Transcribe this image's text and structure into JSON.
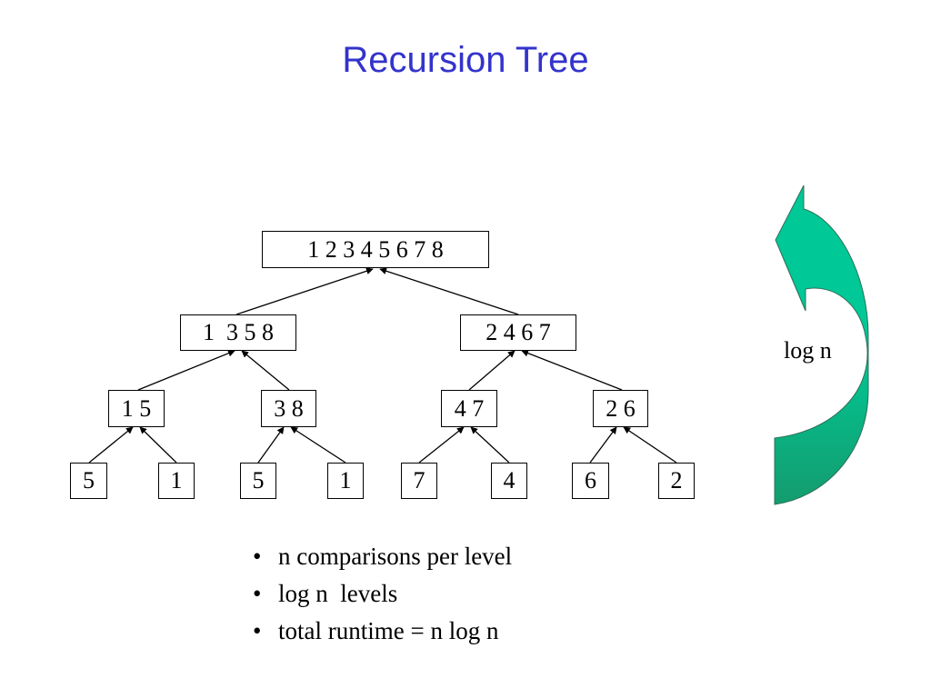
{
  "title": "Recursion Tree",
  "tree": {
    "root": "1 2 3 4 5 6 7 8",
    "level1": [
      "1  3 5 8",
      "2 4 6 7"
    ],
    "level2": [
      "1 5",
      "3 8",
      "4 7",
      "2 6"
    ],
    "leaves": [
      "5",
      "1",
      "5",
      "1",
      "7",
      "4",
      "6",
      "2"
    ]
  },
  "arrow": {
    "label": "log n",
    "color_top": "#00c896",
    "color_bottom": "#149c6e"
  },
  "bullets": [
    "n comparisons per level",
    "log n  levels",
    "total runtime = n log n"
  ],
  "colors": {
    "title": "#3333cc",
    "edges": "#000000"
  }
}
